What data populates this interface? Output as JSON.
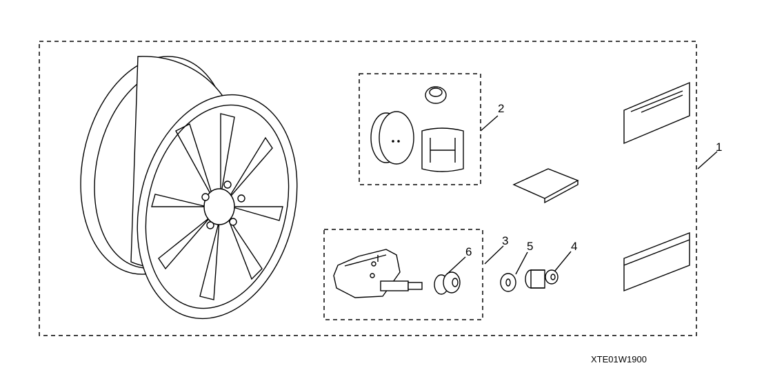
{
  "diagram": {
    "callouts": {
      "kit": "1",
      "center_cap_set": "2",
      "tpms_sensor": "3",
      "valve_cap": "4",
      "washer": "5",
      "grommet": "6"
    },
    "figure_code": "XTE01W1900"
  }
}
